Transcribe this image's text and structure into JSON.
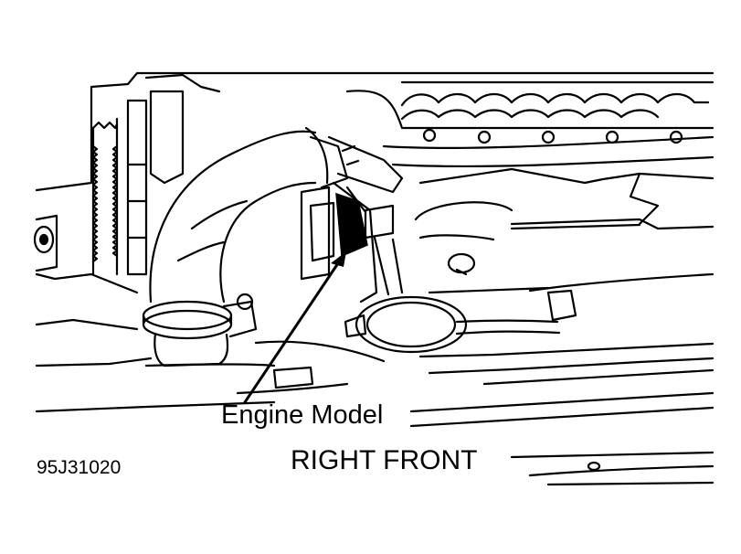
{
  "diagram": {
    "callout_label": "Engine Model",
    "orientation_label": "RIGHT FRONT",
    "figure_id": "95J31020"
  },
  "colors": {
    "line": "#000000",
    "background": "#ffffff",
    "highlight": "#000000"
  }
}
